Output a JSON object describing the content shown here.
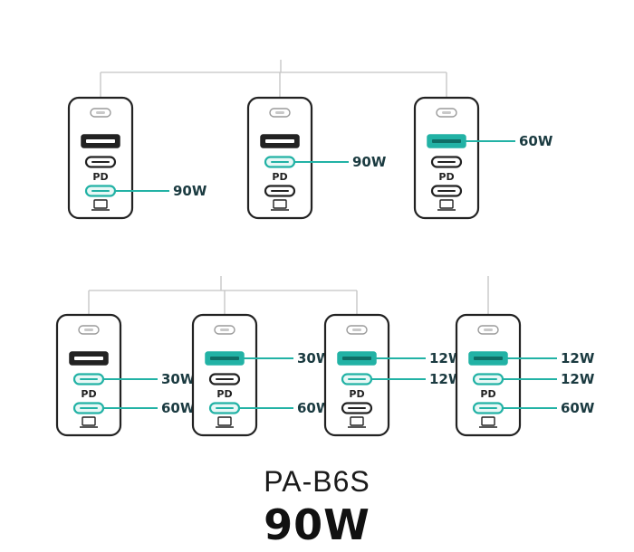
{
  "colors": {
    "accent": "#22b2a5",
    "outline": "#222222",
    "connector": "#c4c4c4",
    "label": "#1a3a40"
  },
  "port_label": "PD",
  "icons": {
    "top": "led-indicator-icon",
    "bottom": "laptop-icon"
  },
  "configurations": [
    {
      "active": [
        false,
        false,
        true
      ],
      "labels": [
        "",
        "",
        "90W"
      ]
    },
    {
      "active": [
        false,
        true,
        false
      ],
      "labels": [
        "",
        "90W",
        ""
      ]
    },
    {
      "active": [
        true,
        false,
        false
      ],
      "labels": [
        "60W",
        "",
        ""
      ]
    },
    {
      "active": [
        false,
        true,
        true
      ],
      "labels": [
        "",
        "30W",
        "60W"
      ]
    },
    {
      "active": [
        true,
        false,
        true
      ],
      "labels": [
        "30W",
        "",
        "60W"
      ]
    },
    {
      "active": [
        true,
        true,
        false
      ],
      "labels": [
        "12W",
        "12W",
        ""
      ]
    },
    {
      "active": [
        true,
        true,
        true
      ],
      "labels": [
        "12W",
        "12W",
        "60W"
      ]
    }
  ],
  "product": {
    "model": "PA-B6S",
    "power": "90W"
  }
}
